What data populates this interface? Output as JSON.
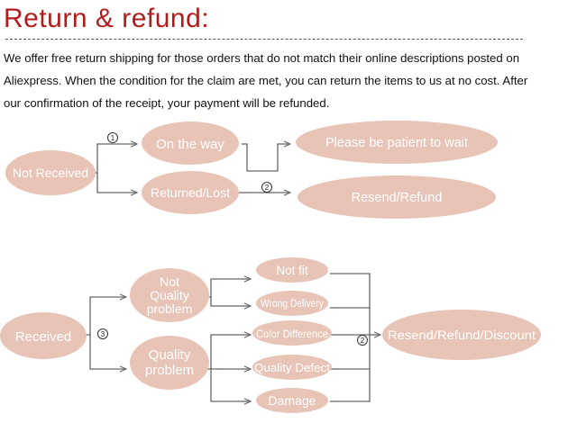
{
  "header": {
    "title": "Return & refund:"
  },
  "intro": {
    "lines": [
      "We offer free return shipping for  those orders that do not  match their online descriptions  posted on",
      "Aliexpress. When the condition for the claim are met, you can return the items to us at no cost. After",
      "our confirmation of the receipt, your payment will be refunded."
    ]
  },
  "flow_top": {
    "not_received": "Not Received",
    "on_the_way": "On the way",
    "returned_lost": "Returned/Lost",
    "please_wait": "Please be patient to wait",
    "resend_refund": "Resend/Refund",
    "badge_1": "1",
    "badge_2": "2"
  },
  "flow_bottom": {
    "received": "Received",
    "not_quality_lines": [
      "Not",
      "Quality",
      "problem"
    ],
    "quality_lines": [
      "Quality",
      "problem"
    ],
    "not_fit": "Not fit",
    "wrong_delivery": "Wrong Delivery",
    "color_difference": "Color Difference",
    "quality_defect": "Quality Defect",
    "damage": "Damage",
    "outcome": "Resend/Refund/Discount",
    "badge_3": "3",
    "badge_2": "2"
  },
  "colors": {
    "node_fill": "#e8c4b7",
    "node_text": "#ffffff",
    "title": "#b01c1c",
    "connector": "#666666"
  }
}
